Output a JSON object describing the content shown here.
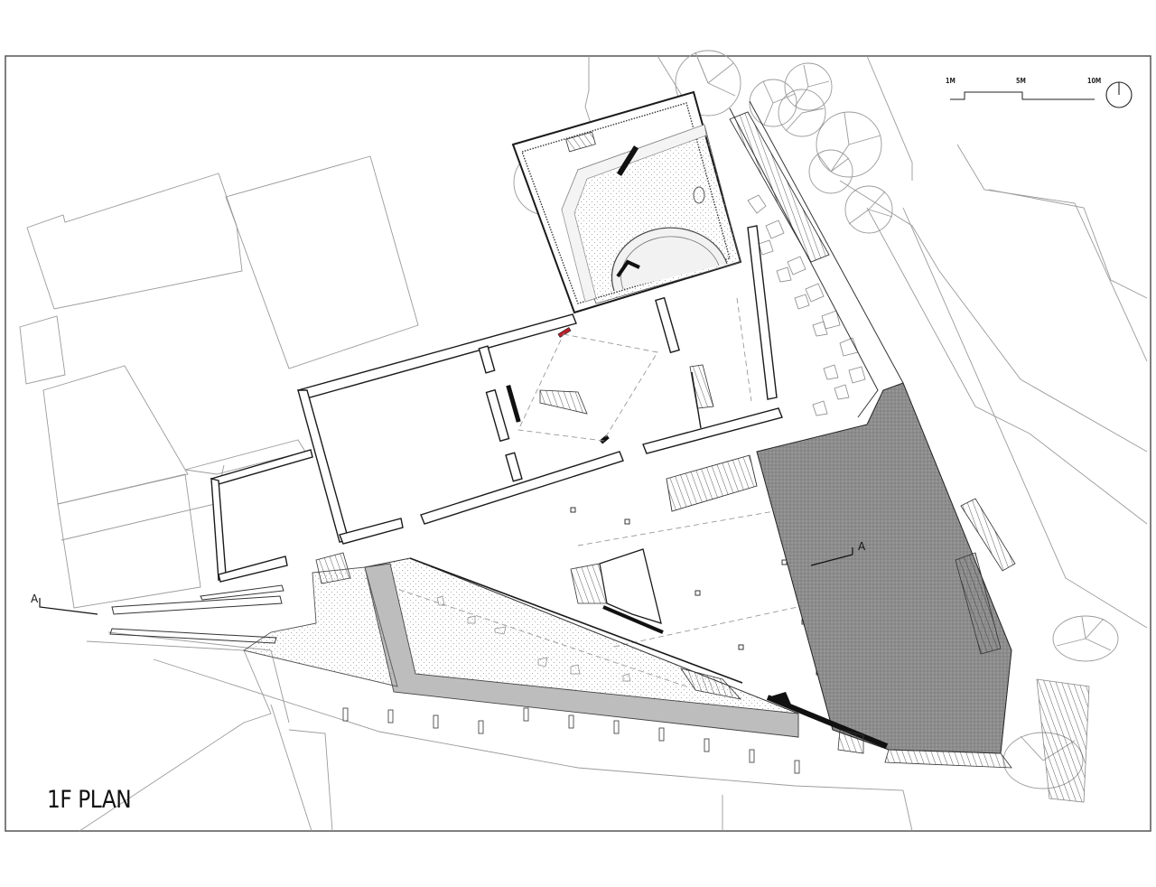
{
  "drawing": {
    "title": "1F PLAN",
    "frame_color": "#555555",
    "paving_dark": "#8e8e8e",
    "paving_mid": "#bdbdbd",
    "context_line_color": "#9a9a9a",
    "wall_color": "#1a1a1a",
    "accent_red": "#c0202a"
  },
  "scale_bar": {
    "labels": [
      "1M",
      "5M",
      "10M"
    ]
  },
  "north_arrow": {
    "icon": "north-arrow-icon"
  },
  "section_markers": [
    {
      "label": "A",
      "position": "west"
    },
    {
      "label": "A",
      "position": "east"
    }
  ]
}
